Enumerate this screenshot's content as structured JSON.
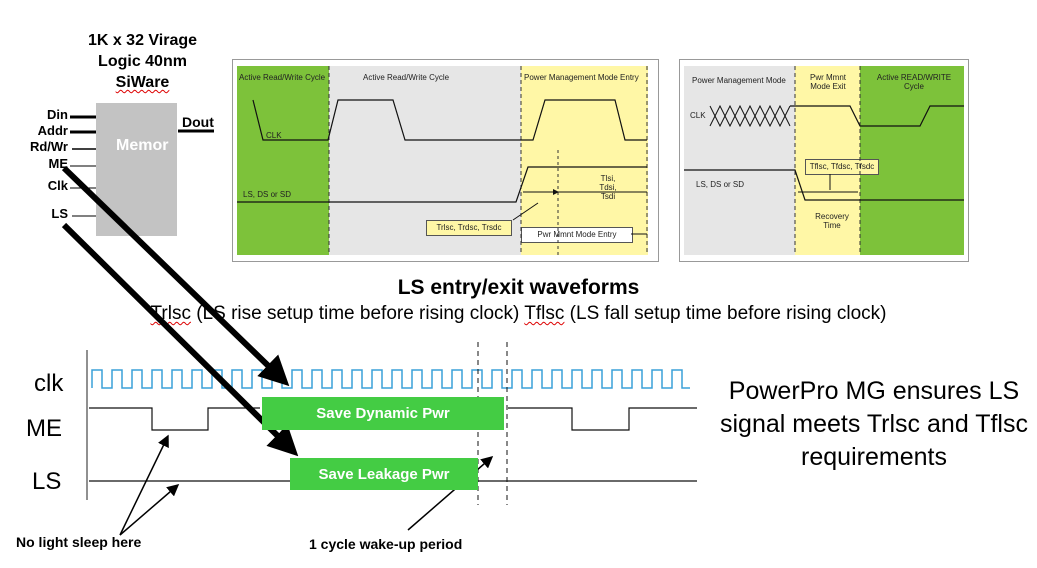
{
  "memory": {
    "title_line1": "1K x 32 Virage",
    "title_line2": "Logic 40nm",
    "title_line3": "SiWare",
    "block_label": "Memor",
    "pins": [
      "Din",
      "Addr",
      "Rd/Wr",
      "ME",
      "Clk",
      "LS"
    ],
    "output_pin": "Dout"
  },
  "panel_entry": {
    "sections": [
      "Active Read/Write Cycle",
      "Active Read/Write Cycle",
      "Power Management Mode Entry"
    ],
    "clk_label": "CLK",
    "ls_label": "LS, DS or SD",
    "timing_label": "Tlsi,\nTdsi,\nTsdi",
    "setup_box": "Trlsc, Trdsc, Trsdc",
    "arrow_box": "Pwr Mmnt Mode Entry"
  },
  "panel_exit": {
    "sections": [
      "Power Management Mode",
      "Pwr Mmnt Mode Exit",
      "Active READ/WRITE Cycle"
    ],
    "clk_label": "CLK",
    "ls_label": "LS, DS or SD",
    "setup_box": "Tflsc, Tfdsc, Tfsdc",
    "recovery": "Recovery Time"
  },
  "waveforms_title": "LS entry/exit  waveforms",
  "subtitle": {
    "part1": "Trlsc",
    "part2": " (LS rise setup time before rising clock)  ",
    "part3": "Tflsc",
    "part4": " (LS fall setup time before rising clock)"
  },
  "signals": [
    "clk",
    "ME",
    "LS"
  ],
  "bars": {
    "dynamic": "Save Dynamic Pwr",
    "leakage": "Save Leakage Pwr"
  },
  "note": "PowerPro MG ensures LS signal meets Trlsc and Tflsc requirements",
  "annotations": {
    "no_sleep": "No light sleep here",
    "wakeup": "1 cycle wake-up period"
  },
  "colors": {
    "green_panel": "#7dc23a",
    "yellow_panel": "#fff7a6",
    "grey_panel": "#e6e6e6",
    "bar_green": "#44cc44",
    "clock_blue": "#3aa0d8"
  }
}
